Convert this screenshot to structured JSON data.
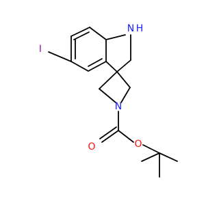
{
  "atoms": {
    "iodine": {
      "symbol": "I",
      "color": "#8b1fa3"
    },
    "indoline_nh": {
      "symbol": "H   N",
      "color": "#1a1aff"
    },
    "indoline_nh_h": {
      "symbol": "H",
      "color": "#1a1aff"
    },
    "indoline_nh_n": {
      "symbol": "N",
      "color": "#1a1aff"
    },
    "azetidine_n": {
      "symbol": "N",
      "color": "#1a1aff"
    },
    "carbonyl_o": {
      "symbol": "O",
      "color": "#ff0d0d"
    },
    "ester_o": {
      "symbol": "O",
      "color": "#ff0d0d"
    }
  },
  "bond_color": "#000000",
  "background": "#ffffff"
}
